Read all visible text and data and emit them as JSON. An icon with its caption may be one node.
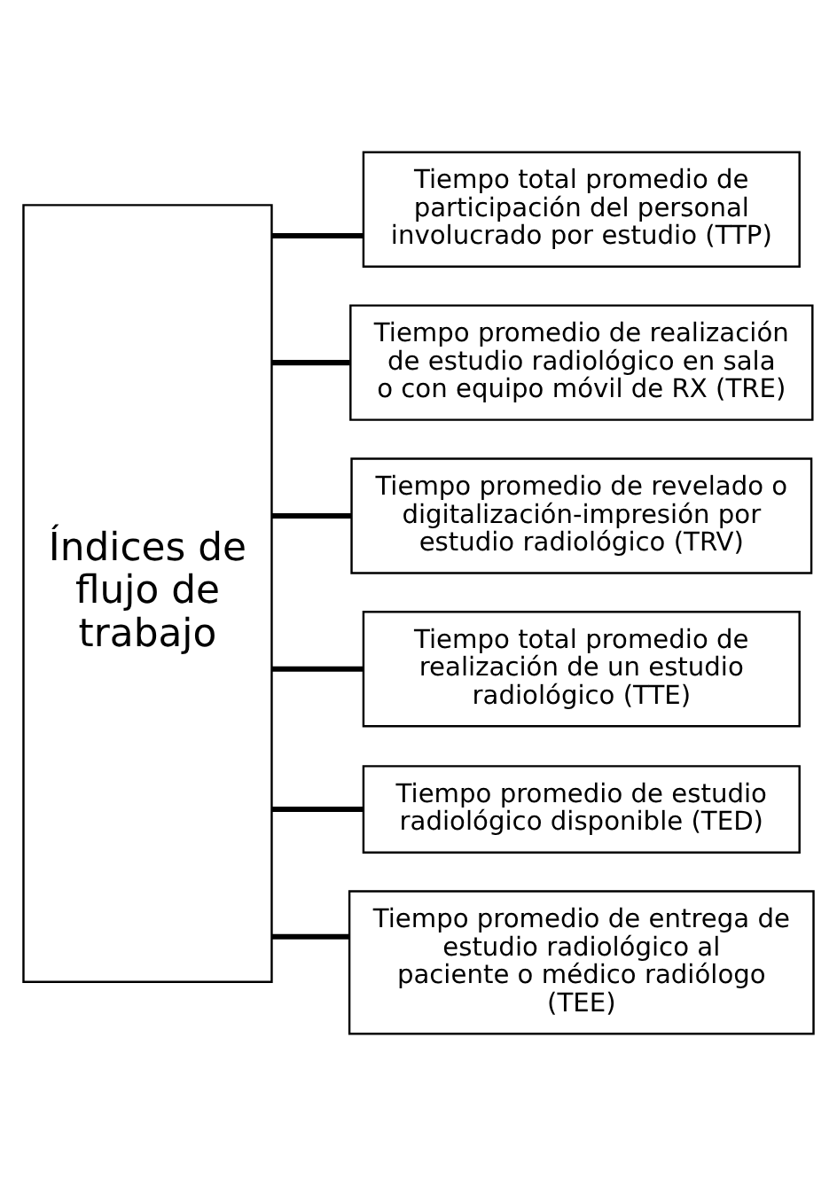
{
  "diagram": {
    "nodes": [
      {
        "text": [
          "Índices de flujo de trabajo"
        ]
      },
      {
        "text": [
          "Tiempo total promedio de participación del personal involucrado por estudio (TTP)"
        ]
      },
      {
        "text": [
          "Tiempo promedio de realización de estudio radiológico en sala o con equipo móvil de RX (TRE)"
        ]
      },
      {
        "text": [
          "Tiempo promedio de revelado o digitalización-impresión por estudio radiológico (TRV)"
        ]
      },
      {
        "text": [
          "Tiempo total promedio de realización de un estudio radiológico (TTE)"
        ]
      },
      {
        "text": [
          "Tiempo promedio de estudio radiológico disponible (TED)"
        ]
      },
      {
        "text": [
          "Tiempo promedio de entrega de estudio radiológico al paciente o médico radiólogo (TEE)"
        ]
      }
    ],
    "edges": [
      {
        "from": 0,
        "to": 1,
        "arrow": "none"
      },
      {
        "from": 0,
        "to": 2,
        "arrow": "none"
      },
      {
        "from": 0,
        "to": 3,
        "arrow": "none"
      },
      {
        "from": 0,
        "to": 4,
        "arrow": "none"
      },
      {
        "from": 0,
        "to": 5,
        "arrow": "none"
      },
      {
        "from": 0,
        "to": 6,
        "arrow": "none"
      }
    ]
  }
}
